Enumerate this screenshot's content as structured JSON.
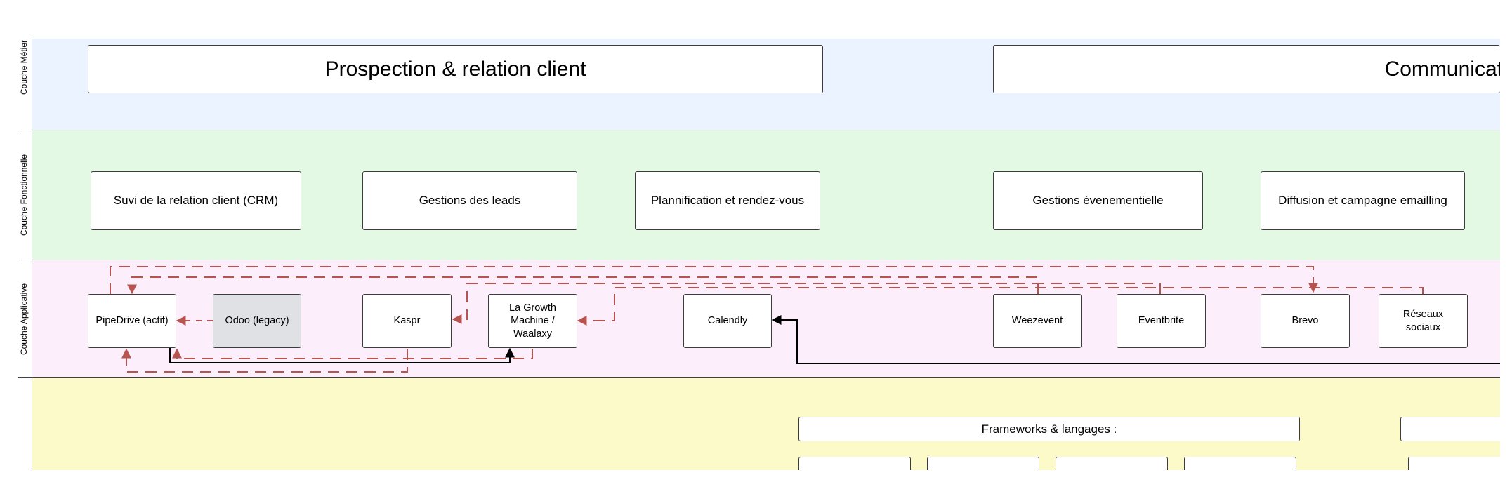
{
  "layers": {
    "metier": "Couche Métier",
    "fonctionnelle": "Couche Fonctionnelle",
    "applicative": "Couche Applicative"
  },
  "metier": {
    "prospection": "Prospection & relation client",
    "communication": "Communication"
  },
  "fonctionnelle": {
    "crm": "Suvi de la relation client (CRM)",
    "leads": "Gestions des leads",
    "planning": "Plannification et rendez-vous",
    "events": "Gestions évenementielle",
    "emailing": "Diffusion et campagne emailling"
  },
  "applicative": {
    "pipedrive": "PipeDrive (actif)",
    "odoo": "Odoo (legacy)",
    "kaspr": "Kaspr",
    "lgm": "La Growth Machine / Waalaxy",
    "calendly": "Calendly",
    "weezevent": "Weezevent",
    "eventbrite": "Eventbrite",
    "brevo": "Brevo",
    "reseaux": "Réseaux sociaux"
  },
  "technique": {
    "frameworks": "Frameworks & langages :"
  },
  "colors": {
    "metier_band": "#eaf3ff",
    "fonctionnelle_band": "#e3f9e3",
    "applicative_band": "#fdeefb",
    "technique_band": "#fcfac9",
    "dashed_link": "#b85450",
    "solid_link": "#000000",
    "legacy_box": "#dfe1e5"
  }
}
